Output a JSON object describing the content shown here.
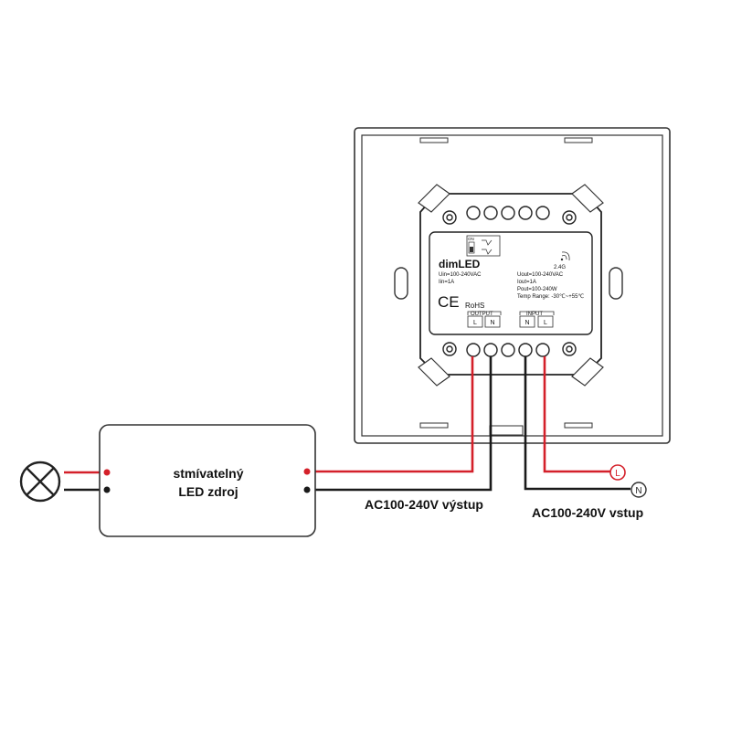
{
  "module": {
    "brand": "dimLED",
    "uin": "Uin=100-240VAC",
    "iin": "Iin=1A",
    "uout": "Uout=100-240VAC",
    "iout": "Iout=1A",
    "pout": "Pout=100-240W",
    "temp_range": "Temp Range: -30℃~+55℃",
    "rf_label": "2.4G",
    "ce_mark": "CE",
    "rohs": "RoHS",
    "dip_on": "ON",
    "output_label": "OUTPUT",
    "input_label": "INPUT",
    "out_terminals": [
      "L",
      "N"
    ],
    "in_terminals": [
      "N",
      "L"
    ]
  },
  "driver": {
    "line1": "stmívatelný",
    "line2": "LED zdroj"
  },
  "labels": {
    "output_voltage": "AC100-240V výstup",
    "input_voltage": "AC100-240V vstup",
    "live": "L",
    "neutral": "N"
  },
  "colors": {
    "live_wire": "#d4202a",
    "neutral_wire": "#1a1a1a",
    "outline": "#333333"
  }
}
